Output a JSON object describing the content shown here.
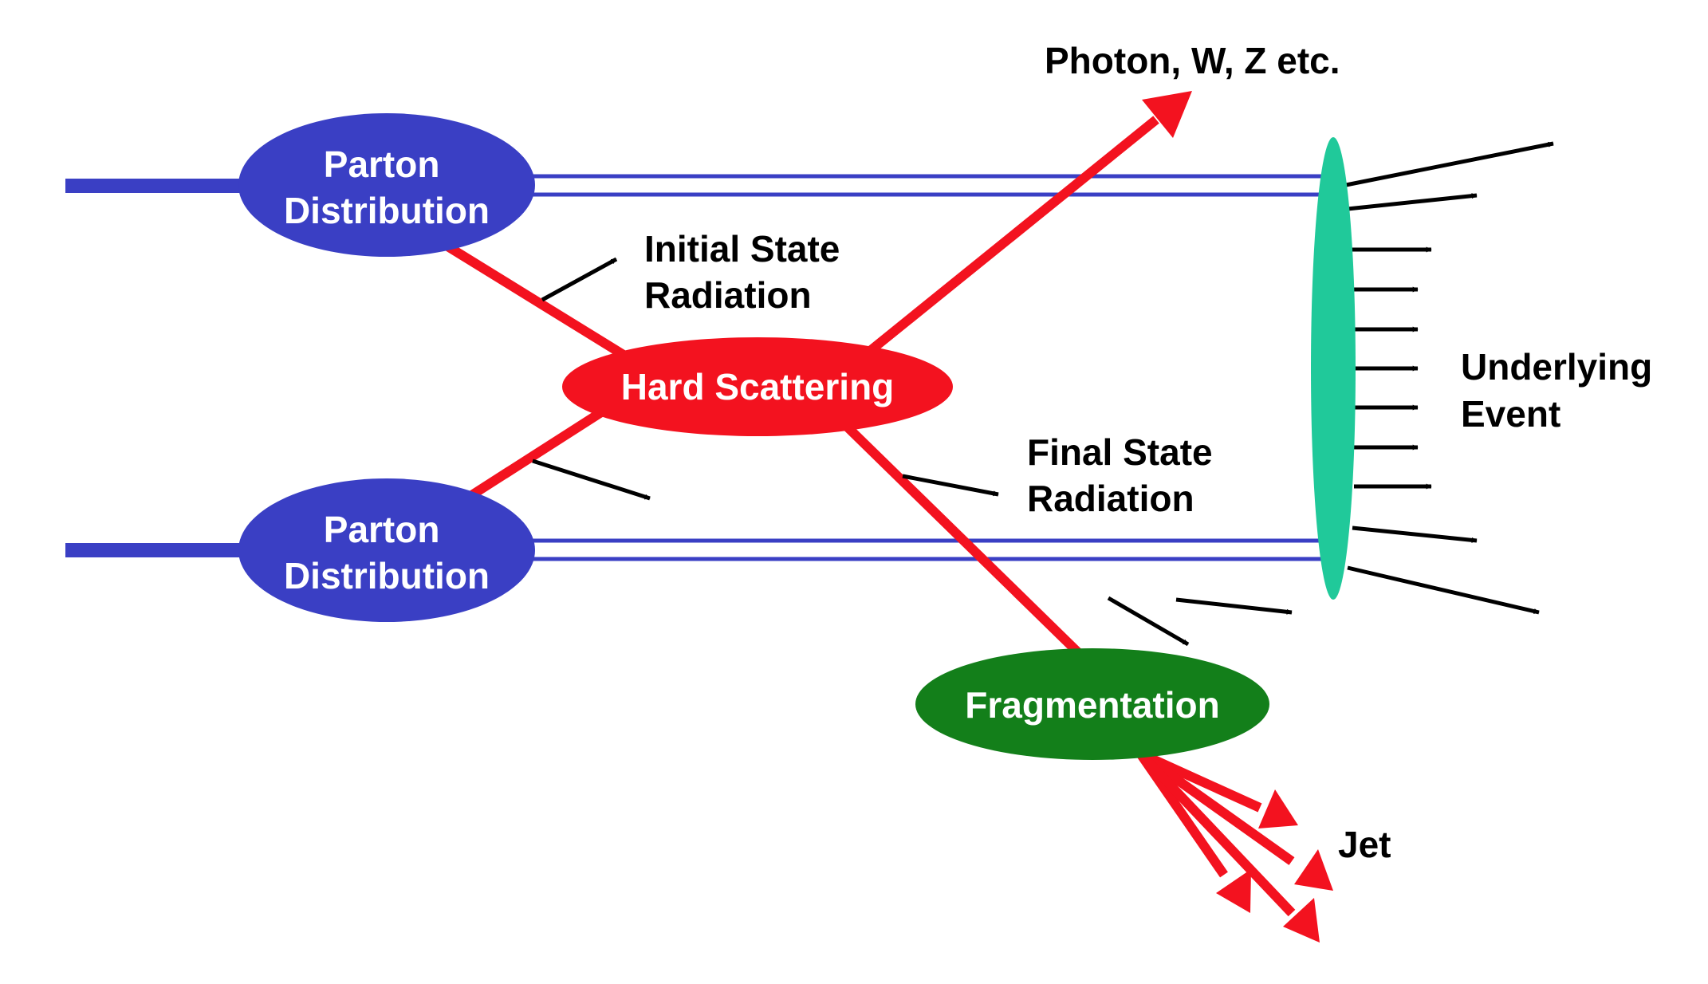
{
  "colors": {
    "parton_blue": "#3a3fc4",
    "hard_red": "#f3121f",
    "fragment_green": "#137f1a",
    "underlying_teal": "#20c99a",
    "arrow_black": "#000000",
    "text_dark": "#000000",
    "text_light": "#ffffff"
  },
  "nodes": {
    "parton_top": [
      "Parton",
      "Distribution"
    ],
    "parton_bottom": [
      "Parton",
      "Distribution"
    ],
    "hard_scattering": "Hard Scattering",
    "fragmentation": "Fragmentation"
  },
  "labels": {
    "initial_state": [
      "Initial State",
      "Radiation"
    ],
    "final_state": [
      "Final State",
      "Radiation"
    ],
    "photon": "Photon, W, Z etc.",
    "underlying": [
      "Underlying",
      "Event"
    ],
    "jet": "Jet"
  }
}
